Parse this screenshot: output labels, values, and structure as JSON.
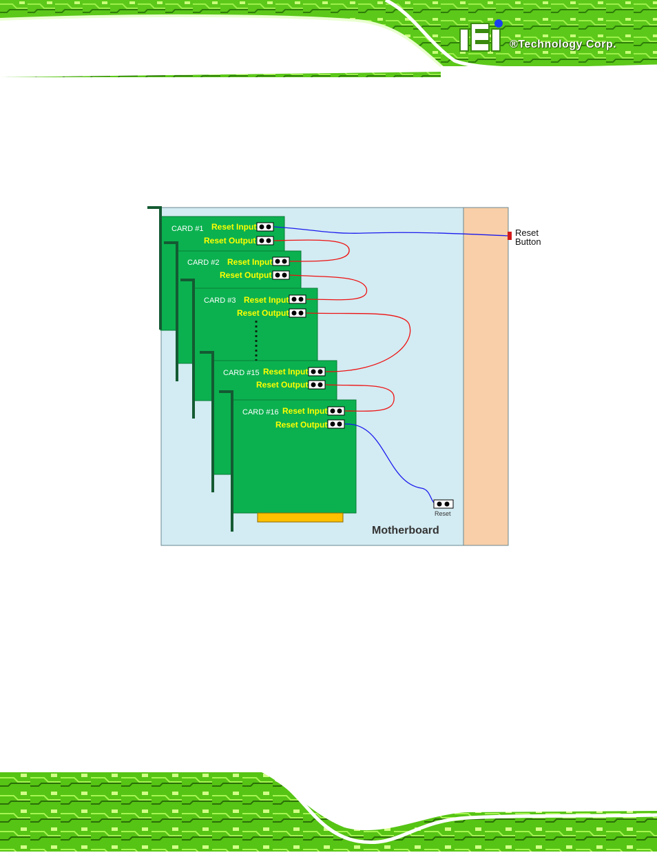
{
  "logo": {
    "brand_mark": "iEi",
    "tagline": "®Technology Corp."
  },
  "diagram": {
    "cards": [
      {
        "label": "CARD #1",
        "reset_input": "Reset Input",
        "reset_output": "Reset Output"
      },
      {
        "label": "CARD #2",
        "reset_input": "Reset Input",
        "reset_output": "Reset Output"
      },
      {
        "label": "CARD #3",
        "reset_input": "Reset Input",
        "reset_output": "Reset Output"
      },
      {
        "label": "CARD #15",
        "reset_input": "Reset Input",
        "reset_output": "Reset Output"
      },
      {
        "label": "CARD #16",
        "reset_input": "Reset Input",
        "reset_output": "Reset Output"
      }
    ],
    "motherboard_label": "Motherboard",
    "reset_header_label": "Reset",
    "reset_button_label_line1": "Reset",
    "reset_button_label_line2": "Button",
    "colors": {
      "motherboard": "#d3ebf2",
      "chassis_panel": "#f8cfa8",
      "card": "#0bb14f",
      "bracket": "#145a32",
      "label_yellow": "#ffff00",
      "wire_red": "#ee1111",
      "wire_blue": "#1a1aee",
      "edge_connector": "#ffc000",
      "reset_button": "#d11a1a"
    }
  }
}
